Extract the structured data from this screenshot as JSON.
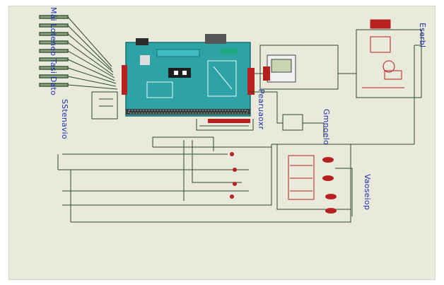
{
  "diagram": {
    "labels": {
      "input_label_1": "Mái Loteneo Tasi Dato",
      "input_label_2": "SStenavio",
      "mid_label_1": "Pearuaoxr",
      "mid_label_2": "Gmnoelo",
      "right_label": "Eserbl",
      "relay_label": "Vaoseiop"
    },
    "colors": {
      "wire": "#1a4a2a",
      "board": "#2ea3a7",
      "component": "#b82020",
      "label": "#1f2fb0",
      "background": "#e9e9dc"
    }
  }
}
